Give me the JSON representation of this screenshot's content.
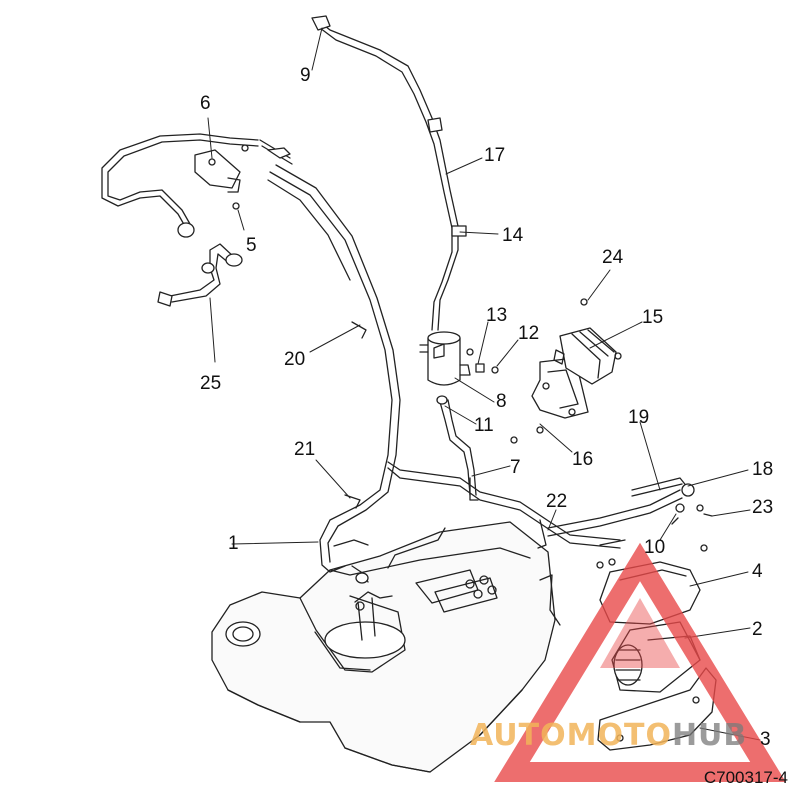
{
  "diagram": {
    "callouts": [
      {
        "id": "c1",
        "label": "1"
      },
      {
        "id": "c2",
        "label": "2"
      },
      {
        "id": "c3",
        "label": "3"
      },
      {
        "id": "c4",
        "label": "4"
      },
      {
        "id": "c5",
        "label": "5"
      },
      {
        "id": "c6",
        "label": "6"
      },
      {
        "id": "c7",
        "label": "7"
      },
      {
        "id": "c8",
        "label": "8"
      },
      {
        "id": "c9",
        "label": "9"
      },
      {
        "id": "c10",
        "label": "10"
      },
      {
        "id": "c11",
        "label": "11"
      },
      {
        "id": "c12",
        "label": "12"
      },
      {
        "id": "c13",
        "label": "13"
      },
      {
        "id": "c14",
        "label": "14"
      },
      {
        "id": "c15",
        "label": "15"
      },
      {
        "id": "c16",
        "label": "16"
      },
      {
        "id": "c17",
        "label": "17"
      },
      {
        "id": "c18",
        "label": "18"
      },
      {
        "id": "c19",
        "label": "19"
      },
      {
        "id": "c20",
        "label": "20"
      },
      {
        "id": "c21",
        "label": "21"
      },
      {
        "id": "c22",
        "label": "22"
      },
      {
        "id": "c23",
        "label": "23"
      },
      {
        "id": "c24",
        "label": "24"
      },
      {
        "id": "c25",
        "label": "25"
      }
    ],
    "drawing_code": "C700317-4",
    "watermark": {
      "part_a": "AUTOMOTO",
      "part_b": "HUB",
      "color_a": "#f2b45a",
      "color_b": "#7a7a7a",
      "triangle_color": "#e84a4a"
    }
  }
}
